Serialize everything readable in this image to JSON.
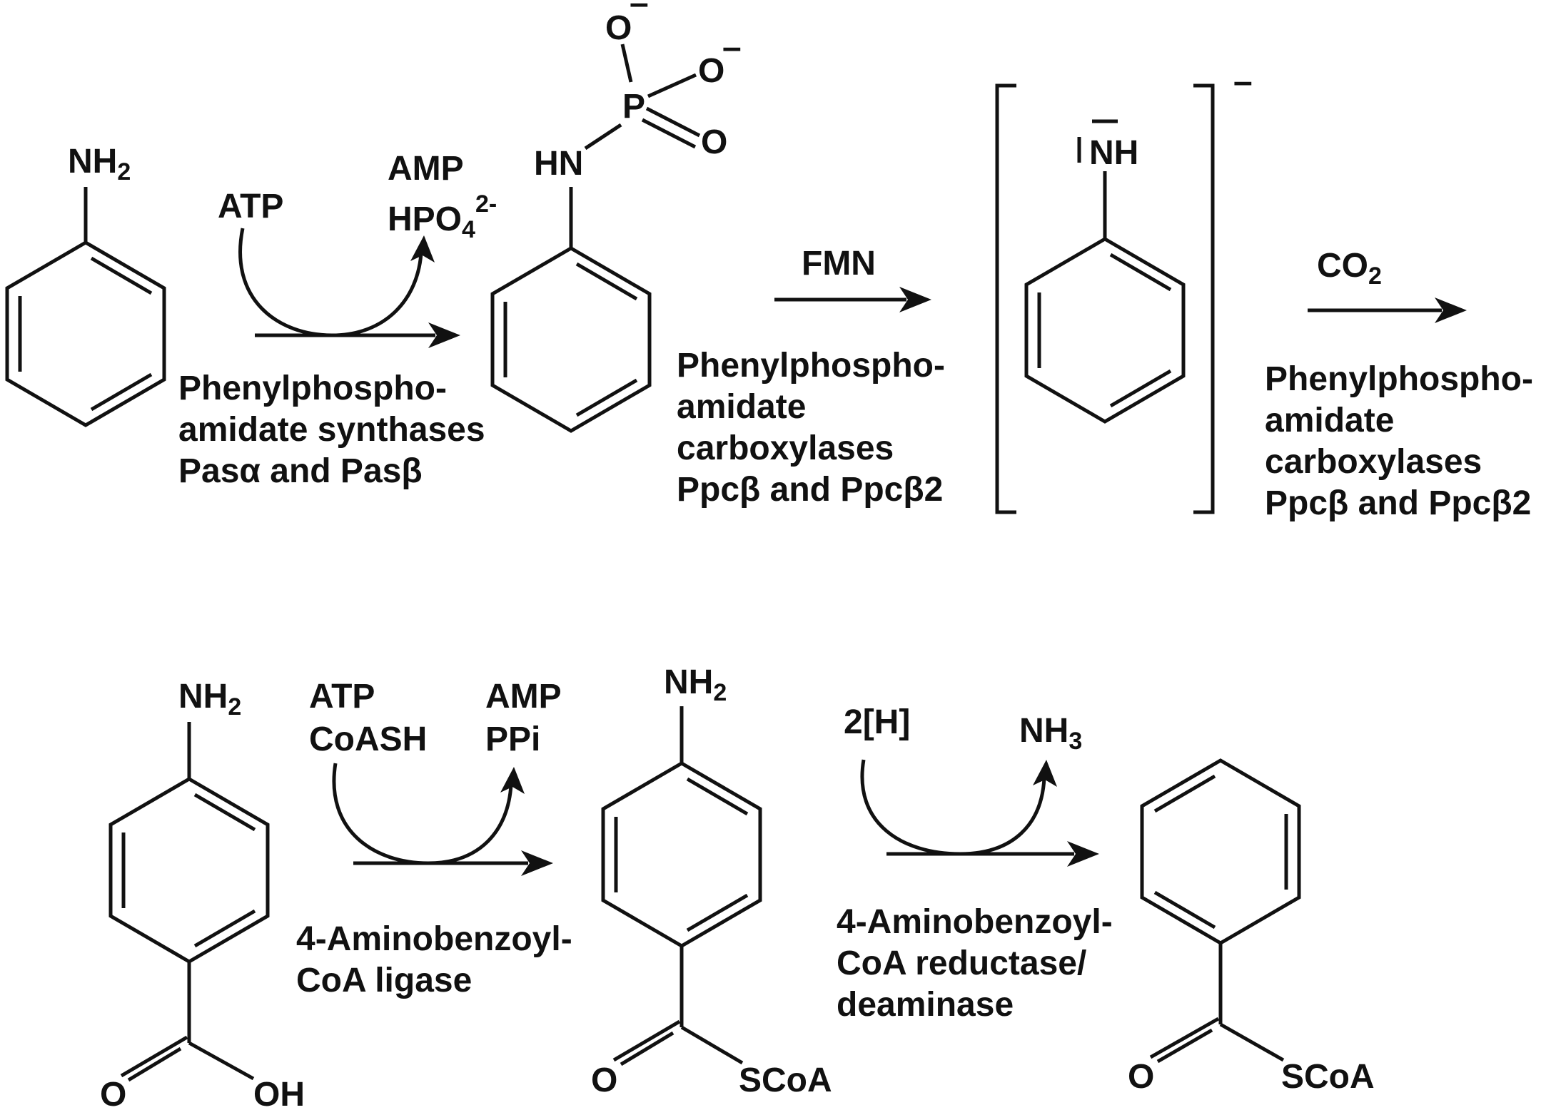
{
  "scheme": {
    "row1": {
      "aniline": {
        "nh2": "NH",
        "nh2_sub": "2"
      },
      "step1": {
        "cofactor_in": "ATP",
        "products_out_1": "AMP",
        "products_out_2": "HPO",
        "products_out_2_sub": "4",
        "products_out_2_sup": "2-",
        "enzyme": [
          "Phenylphospho-",
          "amidate synthases",
          "Pasα and Pasβ"
        ]
      },
      "phosphoamidate": {
        "hn": "HN",
        "p": "P",
        "o_top": "O",
        "o_right": "O",
        "o_dbl": "O",
        "charge": "–"
      },
      "step2": {
        "cofactor": "FMN",
        "enzyme": [
          "Phenylphospho-",
          "amidate",
          "carboxylases",
          "Ppcβ and Ppcβ2"
        ]
      },
      "anion": {
        "nh": "NH",
        "charge": "–"
      },
      "step3": {
        "cofactor": "CO",
        "cofactor_sub": "2",
        "enzyme": [
          "Phenylphospho-",
          "amidate",
          "carboxylases",
          "Ppcβ and Ppcβ2"
        ]
      }
    },
    "row2": {
      "aminobenzoate": {
        "nh2": "NH",
        "nh2_sub": "2",
        "o": "O",
        "oh": "OH"
      },
      "step4": {
        "cofactor_in_1": "ATP",
        "cofactor_in_2": "CoASH",
        "products_out_1": "AMP",
        "products_out_2": "PPi",
        "enzyme": [
          "4-Aminobenzoyl-",
          "CoA ligase"
        ]
      },
      "aminobenzoyl_coa": {
        "nh2": "NH",
        "nh2_sub": "2",
        "o": "O",
        "scoa": "SCoA"
      },
      "step5": {
        "cofactor_in": "2[H]",
        "products_out": "NH",
        "products_out_sub": "3",
        "enzyme": [
          "4-Aminobenzoyl-",
          "CoA reductase/",
          "deaminase"
        ]
      },
      "benzoyl_coa": {
        "o": "O",
        "scoa": "SCoA"
      }
    }
  }
}
